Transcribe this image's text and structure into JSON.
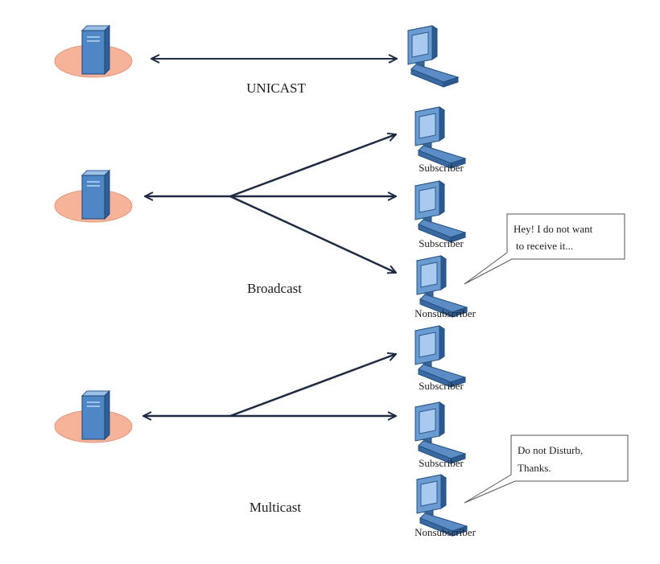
{
  "sections": {
    "unicast": {
      "title": "UNICAST"
    },
    "broadcast": {
      "title": "Broadcast",
      "clients": [
        "Subscriber",
        "Subscriber",
        "Nonsubscriber"
      ],
      "callout": {
        "line1": "Hey! I do not want",
        "line2": "to receive it..."
      }
    },
    "multicast": {
      "title": "Multicast",
      "clients": [
        "Subscriber",
        "Subscriber",
        "Nonsubscriber"
      ],
      "callout": {
        "line1": "Do not  Disturb,",
        "line2": "Thanks."
      }
    }
  },
  "colors": {
    "arrow": "#1f2a44",
    "server_body": "#4f86c6",
    "server_base": "#f6b39a",
    "pc_body": "#6a9bd1",
    "pc_screen": "#aac9ee"
  },
  "icons": {
    "server": "server-icon",
    "client": "computer-icon"
  }
}
